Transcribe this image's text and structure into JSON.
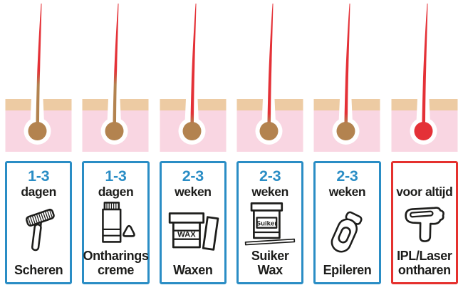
{
  "colors": {
    "blue": "#2a8dc5",
    "red_border": "#e5312e",
    "ink": "#1d1d1b",
    "skin_pink": "#f9d6e2",
    "skin_tan": "#edcba3",
    "hair_brown": "#b3834f",
    "hair_red": "#e43137",
    "background": "#ffffff"
  },
  "columns": [
    {
      "duration_primary": "1-3",
      "duration_secondary": "dagen",
      "label_lines": [
        "Scheren"
      ],
      "icon": "razor-icon",
      "accent": "blue",
      "hair_state": "red-tip-brown-regrowth-above-skin"
    },
    {
      "duration_primary": "1-3",
      "duration_secondary": "dagen",
      "label_lines": [
        "Ontharings",
        "creme"
      ],
      "icon": "cream-tube-icon",
      "accent": "blue",
      "hair_state": "red-tip-brown-regrowth-above-skin"
    },
    {
      "duration_primary": "2-3",
      "duration_secondary": "weken",
      "label_lines": [
        "Waxen"
      ],
      "icon": "wax-jar-icon",
      "accent": "blue",
      "hair_state": "red-shaft-to-root-brown-bulb"
    },
    {
      "duration_primary": "2-3",
      "duration_secondary": "weken",
      "label_lines": [
        "Suiker",
        "Wax"
      ],
      "icon": "sugar-wax-jar-icon",
      "accent": "blue",
      "hair_state": "red-shaft-to-root-brown-bulb"
    },
    {
      "duration_primary": "2-3",
      "duration_secondary": "weken",
      "label_lines": [
        "Epileren"
      ],
      "icon": "epilator-icon",
      "accent": "blue",
      "hair_state": "red-shaft-to-root-brown-bulb"
    },
    {
      "duration_primary": "",
      "duration_secondary": "voor altijd",
      "label_lines": [
        "IPL/Laser",
        "ontharen"
      ],
      "icon": "ipl-device-icon",
      "accent": "red",
      "hair_state": "fully-red-including-bulb"
    }
  ],
  "icon_text": {
    "wax_jar": "WAX",
    "sugar_jar": "Suiker"
  }
}
